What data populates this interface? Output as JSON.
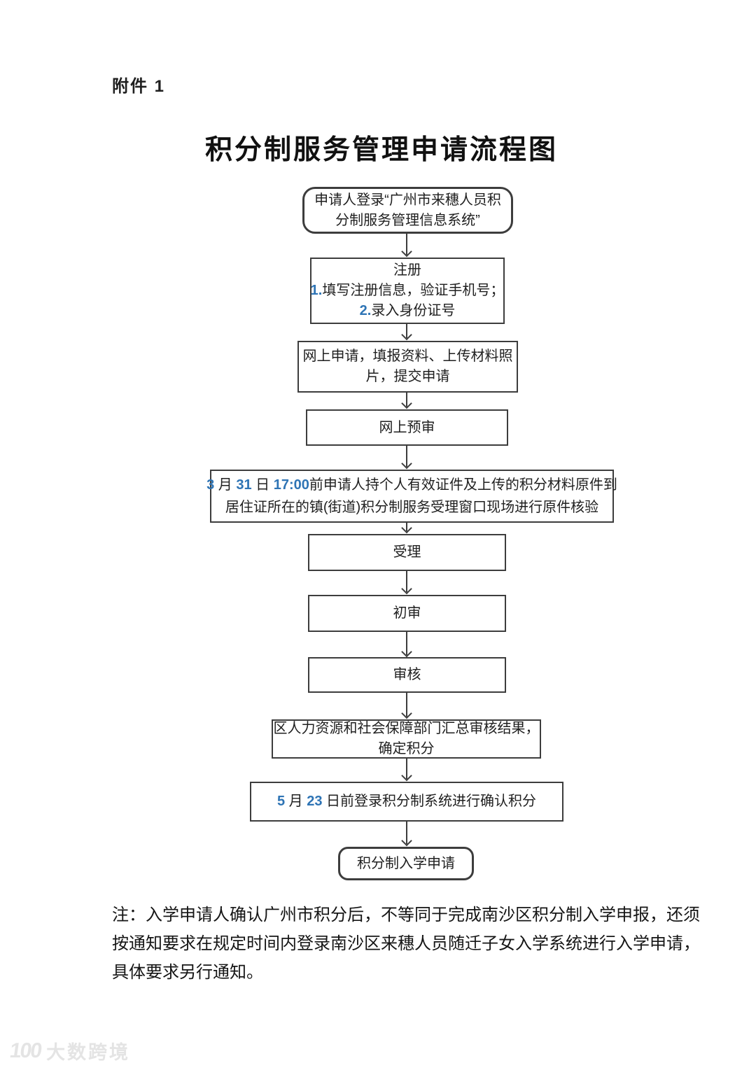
{
  "page": {
    "attachment_label": "附件 1",
    "title": "积分制服务管理申请流程图",
    "note_lines": [
      "注：入学申请人确认广州市积分后，不等同于完成南沙区积分制入学申报，还须",
      "按通知要求在规定时间内登录南沙区来穗人员随迁子女入学系统进行入学申请，",
      "具体要求另行通知。"
    ],
    "watermark": {
      "logo": "100",
      "text": "大数跨境"
    }
  },
  "colors": {
    "accent_number": "#2e74b5",
    "line": "#3d3d3d",
    "text": "#1f1f1f"
  },
  "flowchart": {
    "nodes": [
      {
        "id": "login",
        "shape": "rounded",
        "lines": [
          [
            {
              "t": "申请人登录“广州市来穗人员积"
            }
          ],
          [
            {
              "t": "分制服务管理信息系统”"
            }
          ]
        ]
      },
      {
        "id": "register",
        "shape": "rect",
        "lines": [
          [
            {
              "t": "注册"
            }
          ],
          [
            {
              "t": "1.",
              "a": true
            },
            {
              "t": "填写注册信息，验证手机号；"
            }
          ],
          [
            {
              "t": "2.",
              "a": true
            },
            {
              "t": "录入身份证号"
            }
          ]
        ]
      },
      {
        "id": "apply-online",
        "shape": "rect",
        "lines": [
          [
            {
              "t": "网上申请，填报资料、上传材料照"
            }
          ],
          [
            {
              "t": "片，提交申请"
            }
          ]
        ]
      },
      {
        "id": "pre-review",
        "shape": "rect",
        "lines": [
          [
            {
              "t": "网上预审"
            }
          ]
        ]
      },
      {
        "id": "onsite-verify",
        "shape": "rect",
        "lines": [
          [
            {
              "t": "3",
              "a": true
            },
            {
              "t": " 月 "
            },
            {
              "t": "31",
              "a": true
            },
            {
              "t": " 日 "
            },
            {
              "t": "17:00",
              "a": true
            },
            {
              "t": "前申请人持个人有效证件及上传的积分材料原件到"
            }
          ],
          [
            {
              "t": "居住证所在的镇(街道)积分制服务受理窗口现场进行原件核验"
            }
          ]
        ]
      },
      {
        "id": "accept",
        "shape": "rect",
        "lines": [
          [
            {
              "t": "受理"
            }
          ]
        ]
      },
      {
        "id": "initial-review",
        "shape": "rect",
        "lines": [
          [
            {
              "t": "初审"
            }
          ]
        ]
      },
      {
        "id": "final-review",
        "shape": "rect",
        "lines": [
          [
            {
              "t": "审核"
            }
          ]
        ]
      },
      {
        "id": "summarize",
        "shape": "rect",
        "lines": [
          [
            {
              "t": "区人力资源和社会保障部门汇总审核结果，"
            }
          ],
          [
            {
              "t": "确定积分"
            }
          ]
        ]
      },
      {
        "id": "confirm-points",
        "shape": "rect",
        "lines": [
          [
            {
              "t": "5",
              "a": true
            },
            {
              "t": " 月 "
            },
            {
              "t": "23",
              "a": true
            },
            {
              "t": " 日前登录积分制系统进行确认积分"
            }
          ]
        ]
      },
      {
        "id": "enroll-apply",
        "shape": "rounded",
        "lines": [
          [
            {
              "t": "积分制入学申请"
            }
          ]
        ]
      }
    ]
  }
}
